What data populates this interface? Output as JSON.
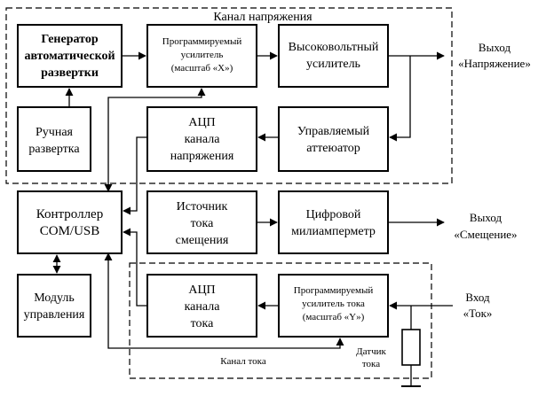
{
  "regions": {
    "voltage_channel": "Канал напряжения",
    "current_channel": "Канал тока"
  },
  "blocks": {
    "sweep_generator": [
      "Генератор",
      "автоматической",
      "развертки"
    ],
    "manual_sweep": [
      "Ручная",
      "развертка"
    ],
    "prog_amp_x": [
      "Программируемый",
      "усилитель",
      "(масштаб «X»)"
    ],
    "hv_amp": [
      "Высоковольтный",
      "усилитель"
    ],
    "adc_voltage": [
      "АЦП",
      "канала",
      "напряжения"
    ],
    "attenuator": [
      "Управляемый",
      "аттеюатор"
    ],
    "controller": [
      "Контроллер",
      "COM/USB"
    ],
    "bias_source": [
      "Источник",
      "тока",
      "смещения"
    ],
    "digital_ammeter": [
      "Цифровой",
      "милиамперметр"
    ],
    "control_module": [
      "Модуль",
      "управления"
    ],
    "adc_current": [
      "АЦП",
      "канала",
      "тока"
    ],
    "prog_amp_y": [
      "Программируемый",
      "усилитель тока",
      "(масштаб «Y»)"
    ]
  },
  "io": {
    "out_voltage": [
      "Выход",
      "«Напряжение»"
    ],
    "out_bias": [
      "Выход",
      "«Смещение»"
    ],
    "in_current": [
      "Вход",
      "«Ток»"
    ],
    "current_sensor": [
      "Датчик",
      "тока"
    ]
  }
}
